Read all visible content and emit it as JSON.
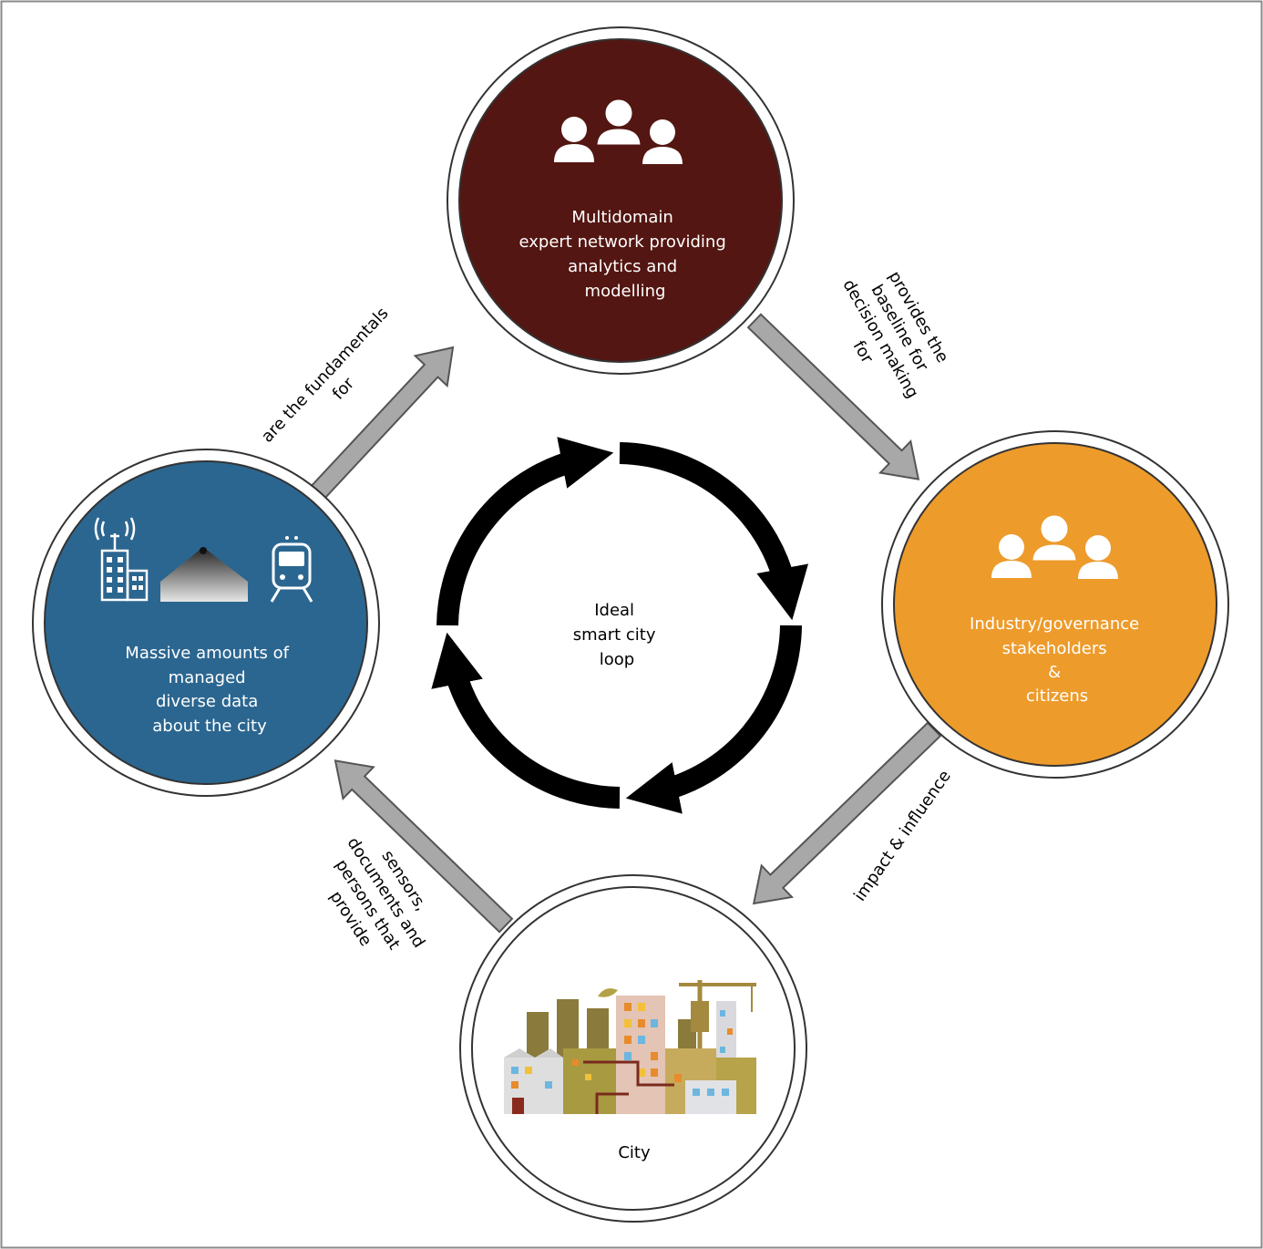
{
  "nodes": {
    "experts": {
      "lines": [
        "Multidomain",
        "expert network providing",
        "analytics and",
        "modelling"
      ],
      "icon": "people-group-icon",
      "fill": "#541612"
    },
    "stakeholders": {
      "lines": [
        "Industry/governance",
        "stakeholders",
        "&",
        "citizens"
      ],
      "icon": "people-group-icon",
      "fill": "#ED9B2B"
    },
    "data": {
      "lines": [
        "Massive amounts of",
        "managed",
        "diverse data",
        "about the city"
      ],
      "icons": [
        "building-antenna-icon",
        "crowd-icon",
        "train-icon"
      ],
      "fill": "#2B6690"
    },
    "city": {
      "lines": [
        "City"
      ],
      "icon": "city-skyline-icon",
      "fill": "#ffffff"
    }
  },
  "edges": {
    "data_to_experts": [
      "are the fundamentals",
      "for"
    ],
    "experts_to_stakeholders": [
      "provides the",
      "baseline for",
      "decision making",
      "for"
    ],
    "stakeholders_to_city": [
      "impact & influence"
    ],
    "city_to_data": [
      "sensors,",
      "documents and",
      "persons that",
      "provide"
    ]
  },
  "center": {
    "lines": [
      "Ideal",
      "smart city",
      "loop"
    ]
  },
  "colors": {
    "arrow_fill": "#A8A8A8",
    "arrow_stroke": "#555555",
    "loop": "#000000"
  }
}
